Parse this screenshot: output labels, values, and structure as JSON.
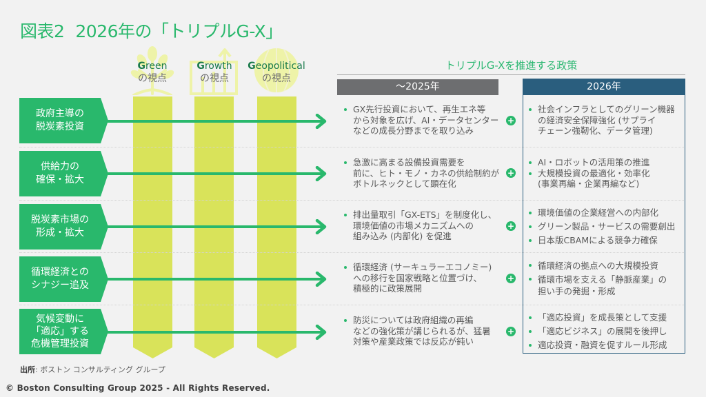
{
  "title": {
    "figure_no": "図表2",
    "text": "2026年の「トリプルG-X」"
  },
  "perspectives": [
    {
      "initial": "G",
      "rest": "reen",
      "sub": "の視点",
      "icon": "tree-icon"
    },
    {
      "initial": "G",
      "rest": "rowth",
      "sub": "の視点",
      "icon": "growth-chart-icon"
    },
    {
      "initial": "G",
      "rest": "eopolitical",
      "sub": "の視点",
      "icon": "globe-icon"
    }
  ],
  "policy": {
    "title": "トリプルG-Xを推進する政策",
    "col_2025_header": "～2025年",
    "col_2026_header": "2026年"
  },
  "rows": [
    {
      "label": "政府主導の\n脱炭素投資",
      "y2025": [
        "GX先行投資において、再生エネ等から対象を広げ、AI・データセンターなどの成長分野までを取り込み"
      ],
      "y2025_lines": [
        [
          "GX先行投資において、再生エネ等",
          "から対象を広げ、AI・データセンター",
          "などの成長分野までを取り込み"
        ]
      ],
      "y2026_lines": [
        [
          "社会インフラとしてのグリーン機器",
          "の経済安全保障強化 (サプライ",
          "チェーン強靭化、データ管理)"
        ]
      ]
    },
    {
      "label": "供給力の\n確保・拡大",
      "y2025_lines": [
        [
          "急激に高まる設備投資需要を",
          "前に、ヒト・モノ・カネの供給制約が",
          "ボトルネックとして顕在化"
        ]
      ],
      "y2026_lines": [
        [
          "AI・ロボットの活用策の推進"
        ],
        [
          "大規模投資の最適化・効率化",
          "(事業再編・企業再編など)"
        ]
      ]
    },
    {
      "label": "脱炭素市場の\n形成・拡大",
      "y2025_lines": [
        [
          "排出量取引「GX-ETS」を制度化し、",
          "環境価値の市場メカニズムへの",
          "組み込み (内部化) を促進"
        ]
      ],
      "y2026_lines": [
        [
          "環境価値の企業経営への内部化"
        ],
        [
          "グリーン製品・サービスの需要創出"
        ],
        [
          "日本版CBAMによる競争力確保"
        ]
      ]
    },
    {
      "label": "循環経済との\nシナジー追及",
      "y2025_lines": [
        [
          "循環経済 (サーキュラーエコノミー)",
          "への移行を国家戦略と位置づけ、",
          "積極的に政策展開"
        ]
      ],
      "y2026_lines": [
        [
          "循環経済の拠点への大規模投資"
        ],
        [
          "循環市場を支える「静脈産業」の",
          "担い手の発掘・形成"
        ]
      ]
    },
    {
      "label": "気候変動に\n「適応」する\n危機管理投資",
      "y2025_lines": [
        [
          "防災については政府組織の再編",
          "などの強化策が講じられるが、猛暑",
          "対策や産業政策では反応が鈍い"
        ]
      ],
      "y2026_lines": [
        [
          "「適応投資」を成長策として支援"
        ],
        [
          "「適応ビジネス」の展開を後押し"
        ],
        [
          "適応投資・融資を促すルール形成"
        ]
      ]
    }
  ],
  "plus_symbol": "+",
  "footer": {
    "source_label": "出所",
    "source_text": ": ボストン コンサルティング グループ",
    "copyright": "© Boston Consulting Group 2025 - All Rights Reserved."
  },
  "colors": {
    "accent_green": "#29b86c",
    "bar_yellow": "#d9e35a",
    "dark_blue": "#2a5e7e",
    "gray_header": "#6d6e70"
  }
}
